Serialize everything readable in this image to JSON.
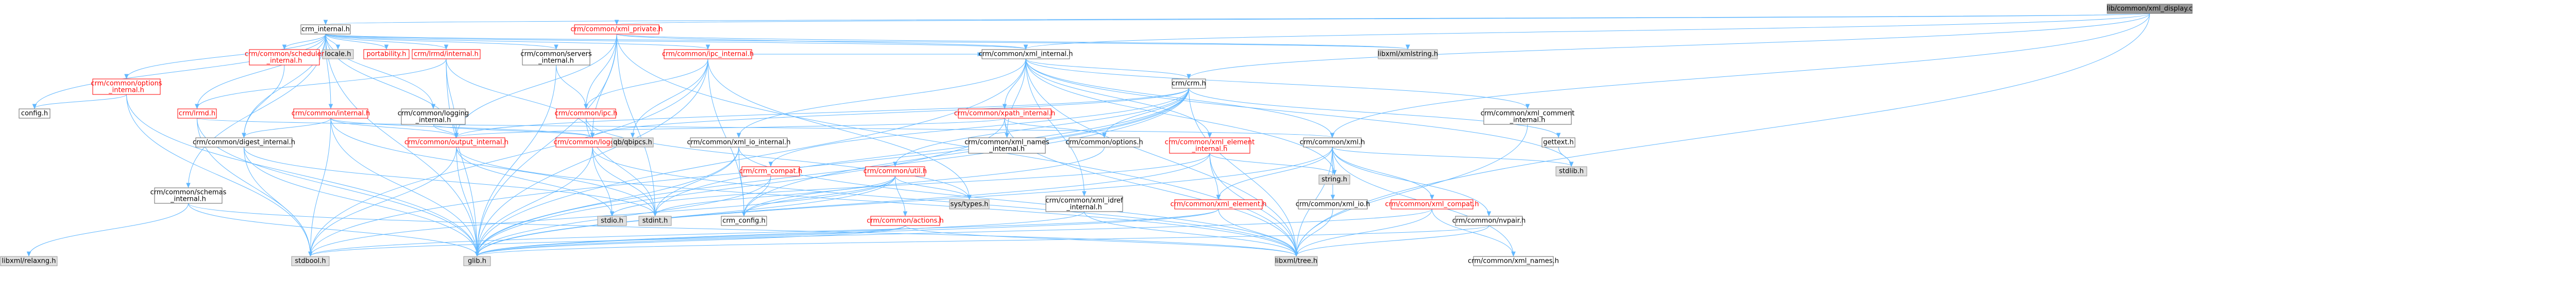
{
  "colors": {
    "root_fill": "#999999",
    "root_stroke": "#666666",
    "internal_stroke": "#ff0000",
    "internal_text": "#ff0000",
    "local_stroke": "#666666",
    "local_text": "#000000",
    "system_fill": "#e0e0e0",
    "system_stroke": "#999999",
    "system_text": "#000000",
    "edge": "#63b8ff"
  },
  "nodes": [
    {
      "id": "root",
      "label": "lib/common/xml_display.c",
      "kind": "root"
    },
    {
      "id": "crm_internal",
      "label": "crm_internal.h",
      "kind": "local"
    },
    {
      "id": "crm_common_private",
      "label": "crm/common/xml_private.h",
      "kind": "internal"
    },
    {
      "id": "crm_common_xml_internal",
      "label": "crm/common/xml_internal.h",
      "kind": "local"
    },
    {
      "id": "crm_crm",
      "label": "crm/crm.h",
      "kind": "local"
    },
    {
      "id": "crm_common_xml",
      "label": "crm/common/xml.h",
      "kind": "local"
    },
    {
      "id": "libxml_tree",
      "label": "libxml/tree.h",
      "kind": "system"
    },
    {
      "id": "libxml_xmlstring",
      "label": "libxml/xmlstring.h",
      "kind": "system"
    },
    {
      "id": "locale_h",
      "label": "locale.h",
      "kind": "system"
    },
    {
      "id": "portability_h",
      "label": "portability.h",
      "kind": "internal"
    },
    {
      "id": "crm_common_scheduler_internal",
      "label": "crm/common/scheduler\n_internal.h",
      "kind": "internal"
    },
    {
      "id": "crm_lrmd_internal",
      "label": "crm/lrmd/internal.h",
      "kind": "internal"
    },
    {
      "id": "crm_common_servers_internal",
      "label": "crm/common/servers\n_internal.h",
      "kind": "local"
    },
    {
      "id": "crm_common_ipc_internal",
      "label": "crm/common/ipc_internal.h",
      "kind": "internal"
    },
    {
      "id": "crm_common_options_internal",
      "label": "crm/common/options\n_internal.h",
      "kind": "internal"
    },
    {
      "id": "crm_common_internal",
      "label": "crm/common/internal.h",
      "kind": "internal"
    },
    {
      "id": "crm_common_logging_internal",
      "label": "crm/common/logging\n_internal.h",
      "kind": "local"
    },
    {
      "id": "crm_common_output_internal",
      "label": "crm/common/output_internal.h",
      "kind": "internal"
    },
    {
      "id": "crm_common_logging",
      "label": "crm/common/logging.h",
      "kind": "internal"
    },
    {
      "id": "crm_common_ipc",
      "label": "crm/common/ipc.h",
      "kind": "internal"
    },
    {
      "id": "crm_common_xpath_internal",
      "label": "crm/common/xpath_internal.h",
      "kind": "internal"
    },
    {
      "id": "crm_common_xml_comment_internal",
      "label": "crm/common/xml_comment\n_internal.h",
      "kind": "local"
    },
    {
      "id": "crm_common_xml_names_internal",
      "label": "crm/common/xml_names\n_internal.h",
      "kind": "local"
    },
    {
      "id": "crm_common_options",
      "label": "crm/common/options.h",
      "kind": "local"
    },
    {
      "id": "crm_common_xml_element_internal",
      "label": "crm/common/xml_element\n_internal.h",
      "kind": "internal"
    },
    {
      "id": "crm_common_xml_io_internal",
      "label": "crm/common/xml_io_internal.h",
      "kind": "local"
    },
    {
      "id": "crm_common_digest_internal",
      "label": "crm/common/digest_internal.h",
      "kind": "local"
    },
    {
      "id": "crm_lrmd",
      "label": "crm/lrmd.h",
      "kind": "internal"
    },
    {
      "id": "crm_common_schemas_internal",
      "label": "crm/common/schemas\n_internal.h",
      "kind": "local"
    },
    {
      "id": "config_h",
      "label": "config.h",
      "kind": "local"
    },
    {
      "id": "crm_compat",
      "label": "crm/crm_compat.h",
      "kind": "internal"
    },
    {
      "id": "crm_common_util",
      "label": "crm/common/util.h",
      "kind": "internal"
    },
    {
      "id": "crm_common_actions",
      "label": "crm/common/actions.h",
      "kind": "internal"
    },
    {
      "id": "crm_common_xml_element",
      "label": "crm/common/xml_element.h",
      "kind": "internal"
    },
    {
      "id": "crm_common_xml_compat",
      "label": "crm/common/xml_compat.h",
      "kind": "internal"
    },
    {
      "id": "crm_common_xml_idref_internal",
      "label": "crm/common/xml_idref\n_internal.h",
      "kind": "local"
    },
    {
      "id": "crm_common_xml_io",
      "label": "crm/common/xml_io.h",
      "kind": "local"
    },
    {
      "id": "crm_common_nvpair",
      "label": "crm/common/nvpair.h",
      "kind": "local"
    },
    {
      "id": "crm_common_xml_names",
      "label": "crm/common/xml_names.h",
      "kind": "local"
    },
    {
      "id": "crm_config",
      "label": "crm_config.h",
      "kind": "local"
    },
    {
      "id": "gettext_h",
      "label": "gettext.h",
      "kind": "local"
    },
    {
      "id": "qb_qbipcs",
      "label": "qb/qbipcs.h",
      "kind": "system"
    },
    {
      "id": "sys_types",
      "label": "sys/types.h",
      "kind": "system"
    },
    {
      "id": "stdint_h",
      "label": "stdint.h",
      "kind": "system"
    },
    {
      "id": "stdio_h",
      "label": "stdio.h",
      "kind": "system"
    },
    {
      "id": "string_h",
      "label": "string.h",
      "kind": "system"
    },
    {
      "id": "stdlib_h",
      "label": "stdlib.h",
      "kind": "system"
    },
    {
      "id": "stdbool_h",
      "label": "stdbool.h",
      "kind": "system"
    },
    {
      "id": "glib_h",
      "label": "glib.h",
      "kind": "system"
    },
    {
      "id": "libxml_relaxng",
      "label": "libxml/relaxng.h",
      "kind": "system"
    }
  ]
}
